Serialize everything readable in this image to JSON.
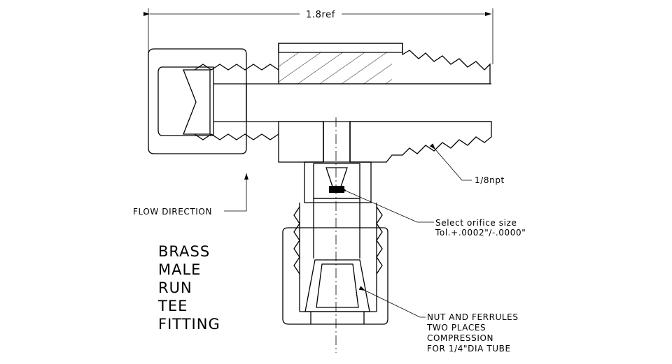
{
  "dimension": {
    "overall_length": "1.8ref"
  },
  "callouts": {
    "thread": "1/8npt",
    "flow": "FLOW DIRECTION",
    "orifice": [
      "Select orifice size",
      "Tol.+.0002\"/-.0000\""
    ],
    "nut": [
      "NUT AND FERRULES",
      "TWO PLACES",
      "COMPRESSION",
      "FOR 1/4\"DIA TUBE"
    ]
  },
  "title_block": [
    "BRASS",
    "MALE",
    "RUN",
    "TEE",
    "FITTING"
  ],
  "colors": {
    "line": "#000000",
    "background": "#ffffff"
  }
}
